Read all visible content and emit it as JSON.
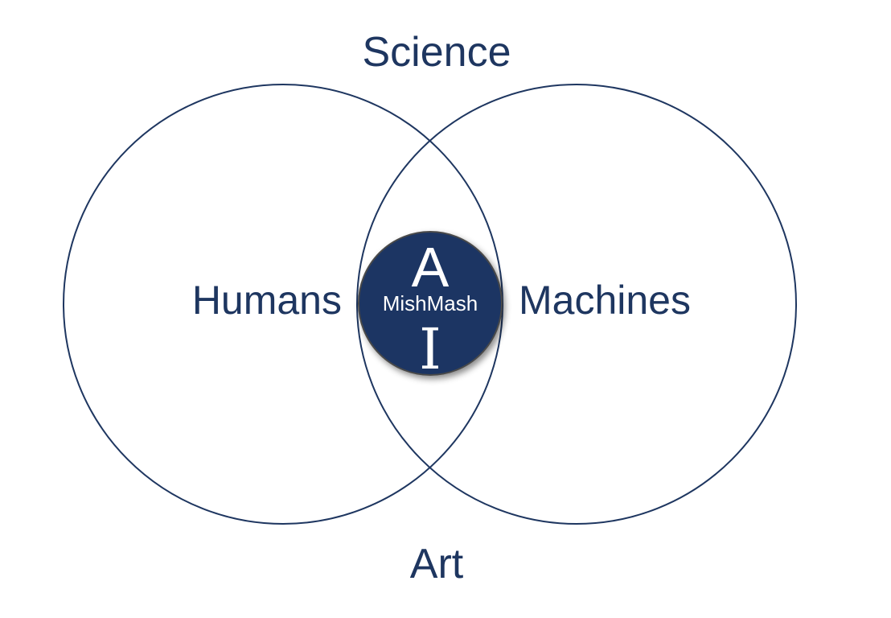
{
  "labels": {
    "top": "Science",
    "bottom": "Art",
    "left": "Humans",
    "right": "Machines"
  },
  "badge": {
    "letter_top": "A",
    "text": "MishMash",
    "letter_bottom": "I"
  },
  "colors": {
    "ink": "#1e3660",
    "badge_fill": "#1b3663",
    "badge_text": "#ffffff",
    "background": "#ffffff"
  }
}
